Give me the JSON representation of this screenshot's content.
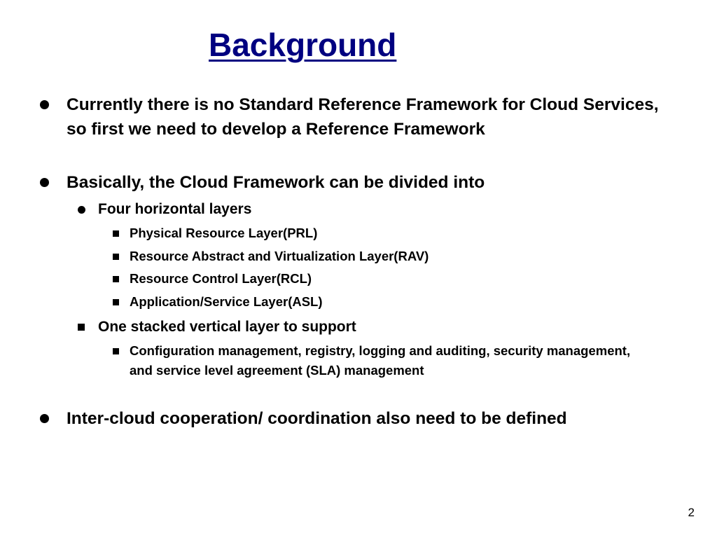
{
  "slide": {
    "title": "Background",
    "bullets": {
      "b1": "Currently there is no Standard Reference Framework for Cloud Services, so first we need to develop a Reference Framework",
      "b2": "Basically, the Cloud Framework can be divided into",
      "b2_1": "Four horizontal layers",
      "b2_1_1": "Physical Resource Layer(PRL)",
      "b2_1_2": "Resource Abstract and Virtualization Layer(RAV)",
      "b2_1_3": "Resource Control Layer(RCL)",
      "b2_1_4": "Application/Service Layer(ASL)",
      "b2_2": "One stacked vertical layer to support",
      "b2_2_1": "Configuration management, registry, logging and auditing, security management, and service level agreement (SLA) management",
      "b3": "Inter-cloud cooperation/ coordination also need to be defined"
    },
    "page_number": "2"
  }
}
